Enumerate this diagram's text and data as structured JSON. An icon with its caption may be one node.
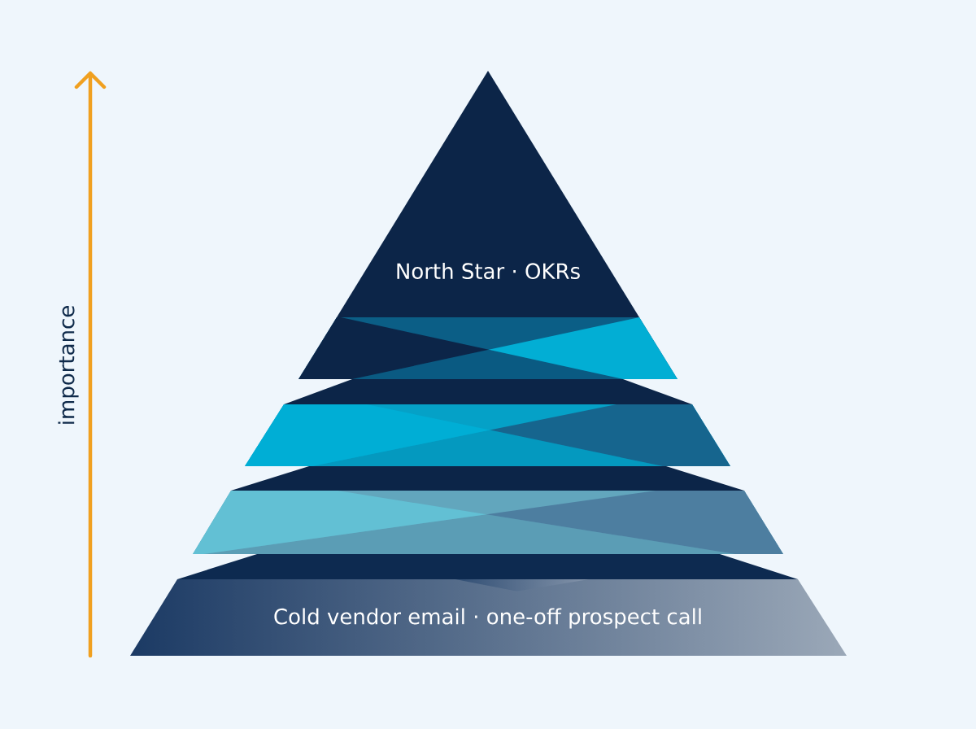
{
  "diagram": {
    "nodes": [
      {
        "text": [
          "North Star · OKRs"
        ]
      },
      {
        "text": [],
        "shape": "trapezoid"
      },
      {
        "text": [],
        "shape": "trapezoid"
      },
      {
        "text": [
          "Cold vendor email · one-off prospect call"
        ]
      }
    ],
    "labels": [
      "importance"
    ]
  }
}
